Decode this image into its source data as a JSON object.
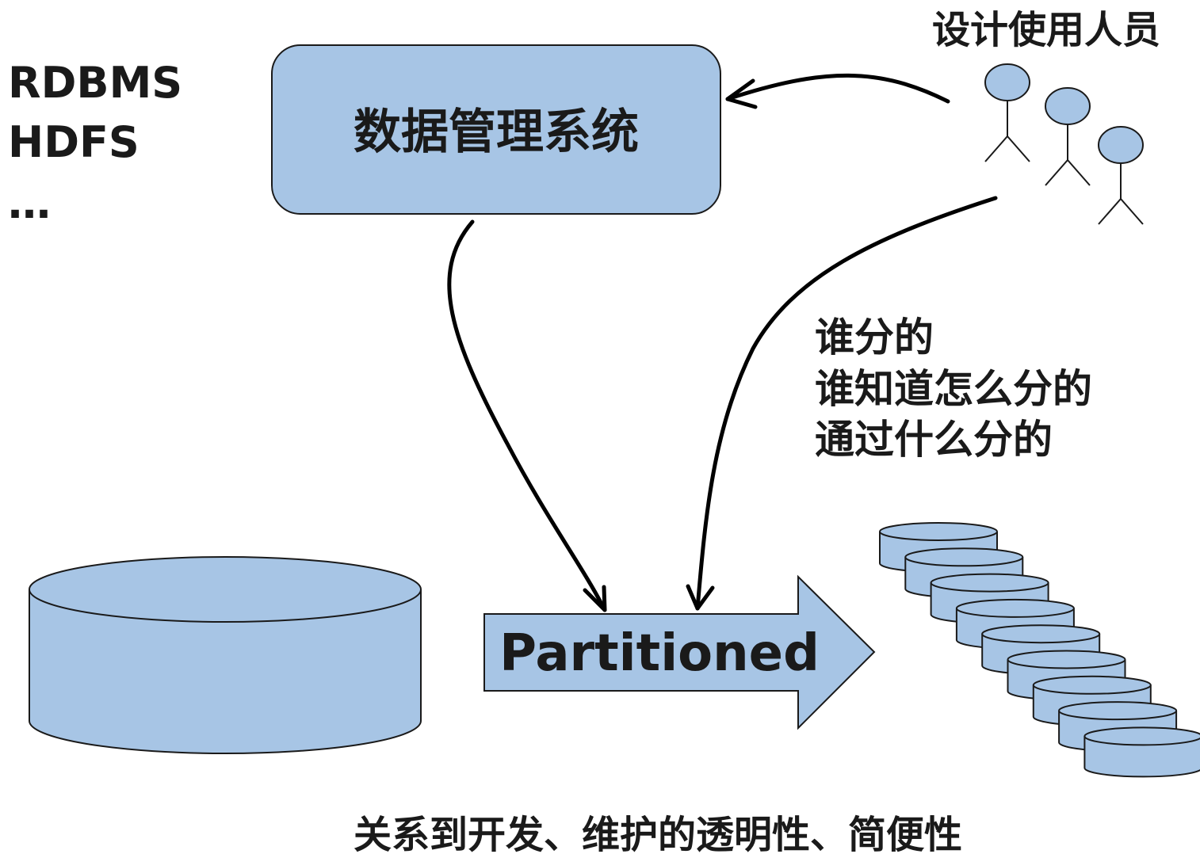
{
  "left_list": [
    "RDBMS",
    "HDFS",
    "…"
  ],
  "system_box": {
    "label": "数据管理系统"
  },
  "users": {
    "label": "设计使用人员",
    "count": 3
  },
  "questions": [
    "谁分的",
    "谁知道怎么分的",
    "通过什么分的"
  ],
  "process_arrow": {
    "label": "Partitioned"
  },
  "partitions": {
    "count": 9
  },
  "footer": {
    "text": "关系到开发、维护的透明性、简便性"
  },
  "colors": {
    "shape_fill": "#a7c5e5",
    "outline": "#1a1a1a",
    "text": "#1a1a1a",
    "arrow": "#000000"
  }
}
